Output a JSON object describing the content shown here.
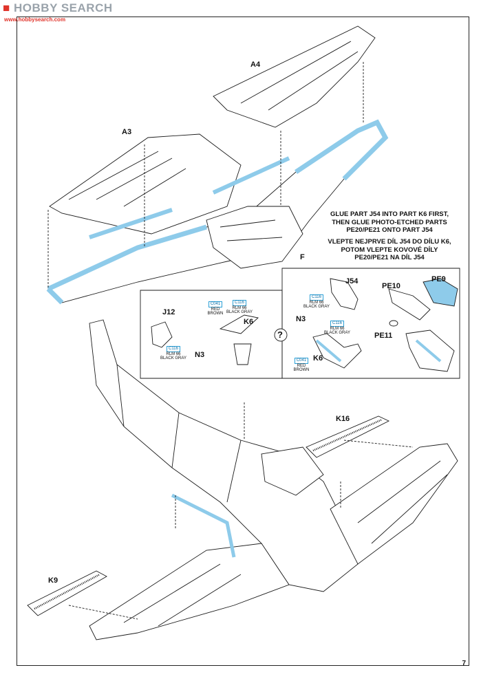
{
  "watermark": {
    "brand_a": "HOBBY",
    "brand_b": "SEARCH",
    "sub": "www.hobbysearch.com"
  },
  "labels": {
    "a4": "A4",
    "a3": "A3",
    "f": "F",
    "j12": "J12",
    "n3_left": "N3",
    "k6_left": "K6",
    "j54": "J54",
    "n3_right": "N3",
    "k6_right": "K6",
    "pe10": "PE10",
    "pe9": "PE9",
    "pe11": "PE11",
    "k16": "K16",
    "k9": "K9",
    "question": "?"
  },
  "paint": {
    "c116": "C116",
    "c116_text": "RLM 66 BLACK GRAY",
    "c041": "C041",
    "c041_text": "RED BROWN"
  },
  "note": {
    "en_1": "GLUE PART J54 INTO PART K6 FIRST,",
    "en_2": "THEN GLUE PHOTO-ETCHED PARTS",
    "en_3": "PE20/PE21 ONTO PART J54",
    "cz_1": "VLEPTE NEJPRVE DÍL J54 DO DÍLU K6,",
    "cz_2": "POTOM VLEPTE KOVOVÉ DÍLY",
    "cz_3": "PE20/PE21 NA DÍL J54"
  },
  "page_number": "7",
  "colors": {
    "highlight": "#8ecbea",
    "line": "#1a1a1a",
    "code": "#2a9fd6"
  }
}
